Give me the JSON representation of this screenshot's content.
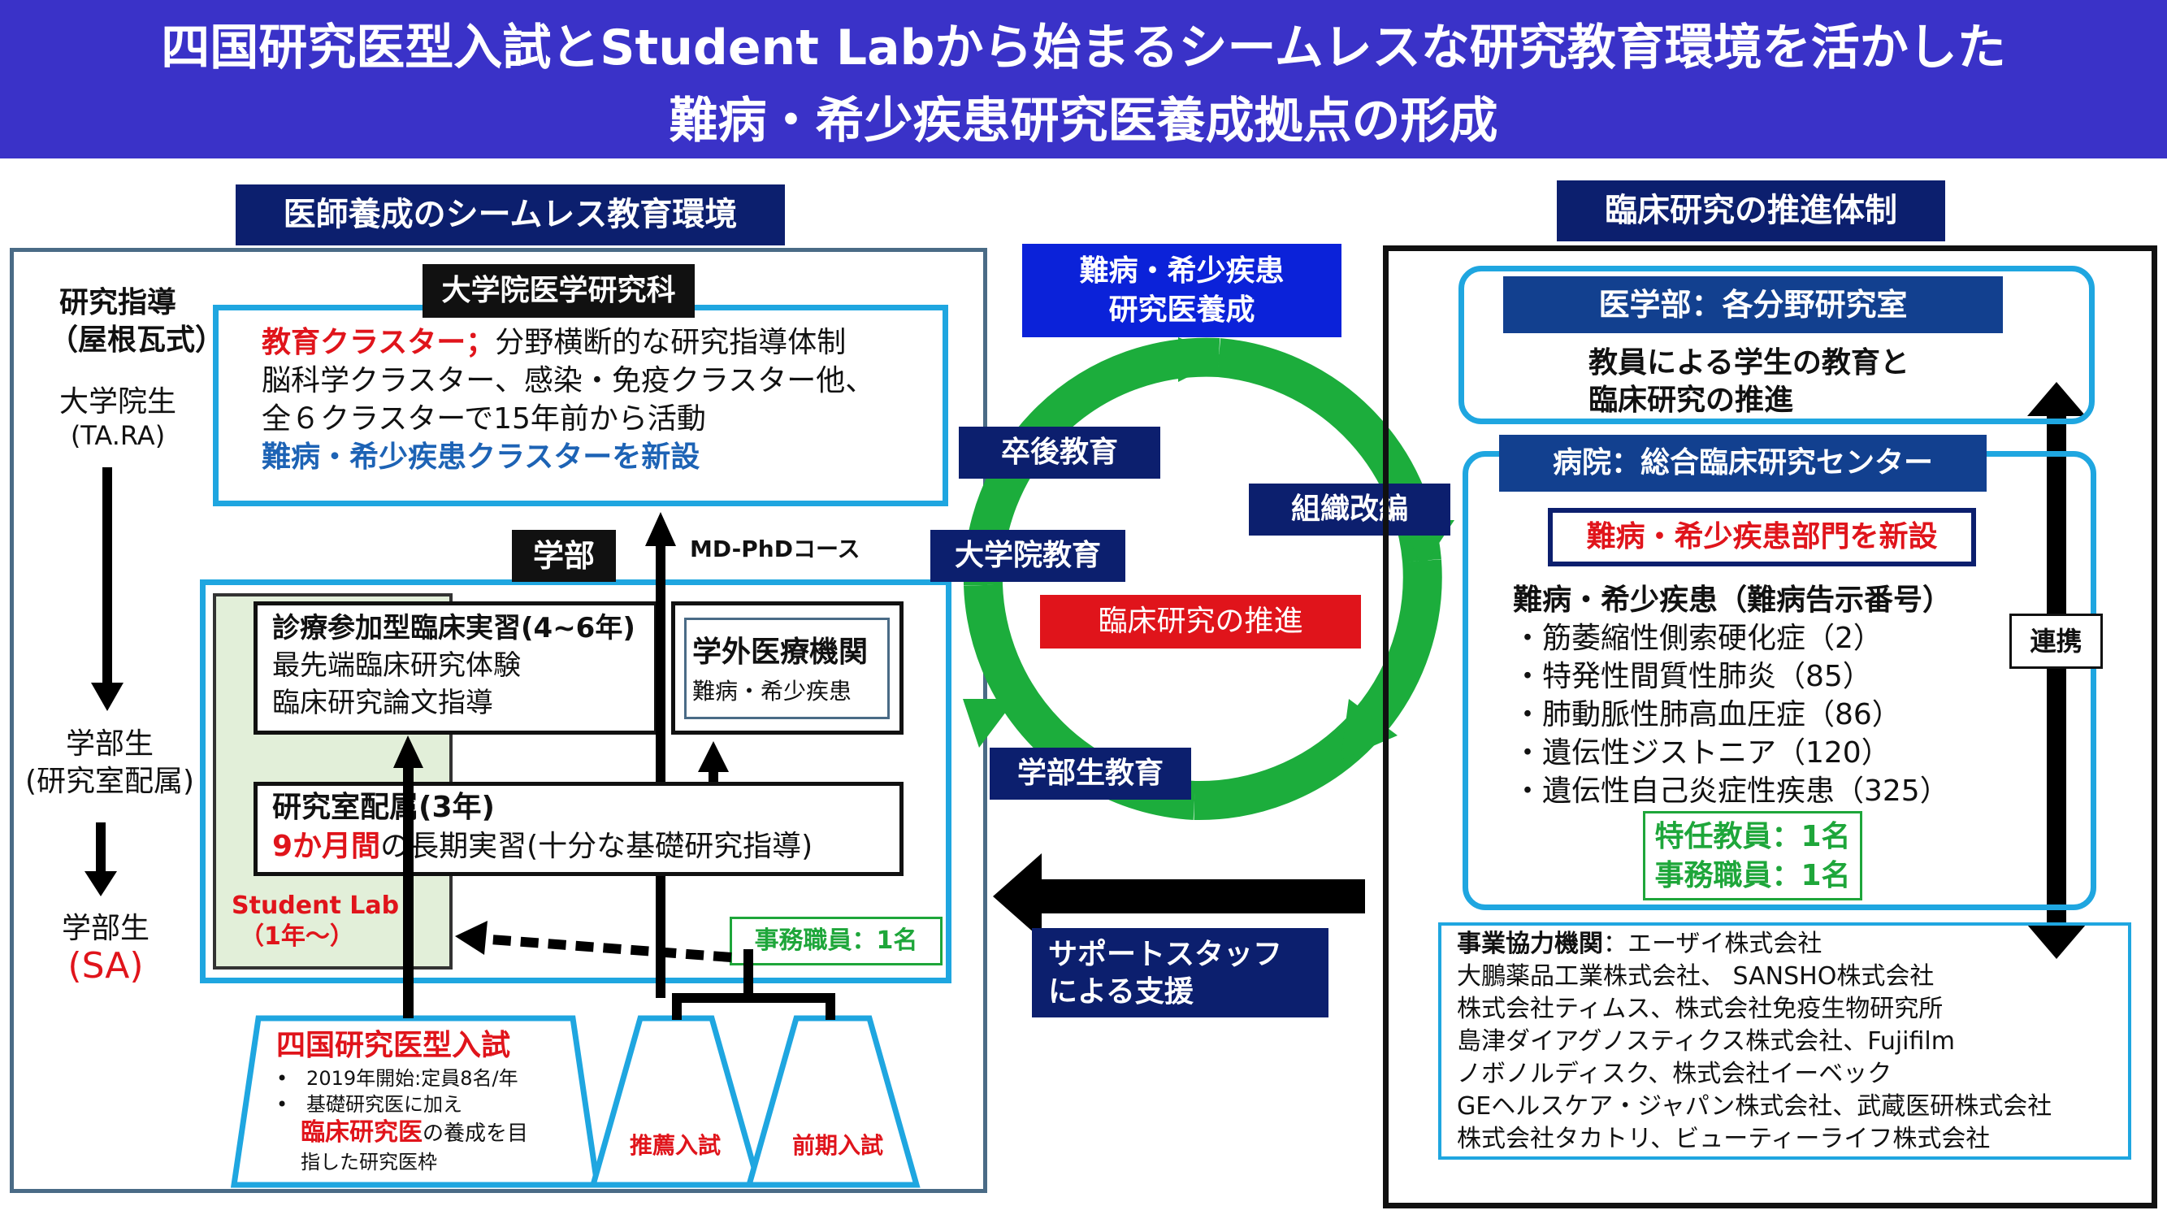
{
  "title": {
    "line1": "四国研究医型入試とStudent Labから始まるシームレスな研究教育環境を活かした",
    "line2": "難病・希少疾患研究医養成拠点の形成"
  },
  "left": {
    "header": "医師養成のシームレス教育環境",
    "research_guidance": [
      "研究指導",
      "（屋根瓦式）"
    ],
    "grad_student": "大学院生",
    "grad_role": "(TA.RA)",
    "undergrad_lab": [
      "学部生",
      "(研究室配属)"
    ],
    "undergrad": "学部生",
    "sa": "SA",
    "grad_school_label": "大学院医学研究科",
    "grad_cluster_red": "教育クラスター；",
    "grad_cluster_rest": "分野横断的な研究指導体制",
    "grad_line2": "脳科学クラスター、感染・免疫クラスター他、",
    "grad_line3": "全６クラスターで15年前から活動",
    "grad_line4": "難病・希少疾患クラスターを新設",
    "faculty_label": "学部",
    "mdphd": "MD-PhDコース",
    "clinical_title": "診療参加型臨床実習(4~6年)",
    "clinical_l1": "最先端臨床研究体験",
    "clinical_l2": "臨床研究論文指導",
    "external_title": "学外医療機関",
    "external_sub": "難病・希少疾患",
    "lab_title": "研究室配属(3年)",
    "lab_red": "9か月間",
    "lab_rest": "の長期実習(十分な基礎研究指導)",
    "student_lab": [
      "Student Lab",
      "（1年～）"
    ],
    "office_staff": "事務職員：1名",
    "shikoku_title": "四国研究医型入試",
    "shikoku_b1": "2019年開始:定員8名/年",
    "shikoku_b2": "基礎研究医に加え",
    "shikoku_red": "臨床研究医",
    "shikoku_l3b": "の養成を目",
    "shikoku_l4": "指した研究医枠",
    "suisen": "推薦入試",
    "zenki": "前期入試"
  },
  "center": {
    "nanbyo_box": [
      "難病・希少疾患",
      "研究医養成"
    ],
    "sotsugo": "卒後教育",
    "soshiki": "組織改編",
    "daigakuin": "大学院教育",
    "rinsho": "臨床研究の推進",
    "gakubu": "学部生教育",
    "support": [
      "サポートスタッフ",
      "による支援"
    ]
  },
  "right": {
    "header": "臨床研究の推進体制",
    "dept_header": "医学部：各分野研究室",
    "dept_text": [
      "教員による学生の教育と",
      "臨床研究の推進"
    ],
    "hospital_header": "病院：総合臨床研究センター",
    "new_dept": "難病・希少疾患部門を新設",
    "disease_title": "難病・希少疾患（難病告示番号）",
    "diseases": [
      "・筋萎縮性側索硬化症（2）",
      "・特発性間質性肺炎（85）",
      "・肺動脈性肺高血圧症（86）",
      "・遺伝性ジストニア（120）",
      "・遺伝性自己炎症性疾患（325）"
    ],
    "staff": [
      "特任教員：1名",
      "事務職員：1名"
    ],
    "renkei": "連携",
    "partners_label": "事業協力機関",
    "partners_first": "：エーザイ株式会社",
    "partners": [
      "大鵬薬品工業株式会社、 SANSHO株式会社",
      "株式会社ティムス、株式会社免疫生物研究所",
      "島津ダイアグノスティクス株式会社、Fujifilm",
      "ノボノルディスク、株式会社イーベック",
      "GEヘルスケア・ジャパン株式会社、武蔵医研株式会社",
      "株式会社タカトリ、ビューティーライフ株式会社"
    ]
  },
  "colors": {
    "title_bg": "#3a32c8",
    "navy": "#0c1f6e",
    "cyan_border": "#1fa6e0",
    "cycle_green": "#1cad3c",
    "red": "#e0141b",
    "blue_button": "#0b22d9"
  }
}
